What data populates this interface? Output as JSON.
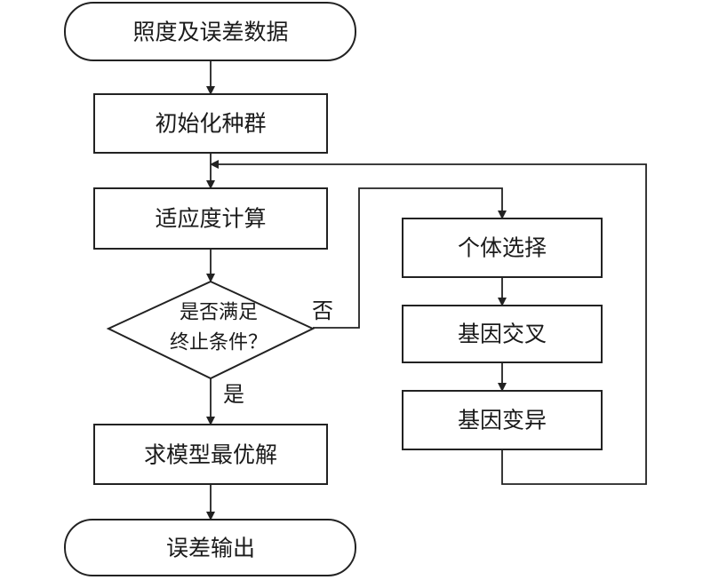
{
  "nodes": {
    "start": "照度及误差数据",
    "init": "初始化种群",
    "fitness": "适应度计算",
    "decision_line1": "是否满足",
    "decision_line2": "终止条件？",
    "solve": "求模型最优解",
    "end": "误差输出",
    "select": "个体选择",
    "crossover": "基因交叉",
    "mutation": "基因变异"
  },
  "edge_labels": {
    "no": "否",
    "yes": "是"
  }
}
